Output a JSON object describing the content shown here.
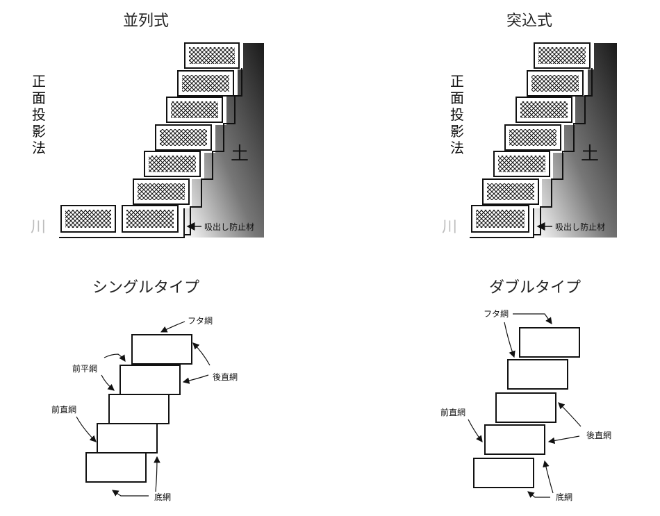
{
  "panels": {
    "parallel": {
      "title": "並列式",
      "side_label": [
        "正",
        "面",
        "投",
        "影",
        "法"
      ],
      "soil_label": "土",
      "river_label": "川",
      "mat_label": "吸出し防止材"
    },
    "inset": {
      "title": "突込式",
      "side_label": [
        "正",
        "面",
        "投",
        "影",
        "法"
      ],
      "soil_label": "土",
      "river_label": "川",
      "mat_label": "吸出し防止材"
    },
    "single": {
      "title": "シングルタイプ",
      "labels": {
        "lid": "フタ網",
        "front_flat": "前平網",
        "back_vertical": "後直網",
        "front_vertical": "前直網",
        "bottom": "底網"
      }
    },
    "double": {
      "title": "ダブルタイプ",
      "labels": {
        "lid": "フタ網",
        "front_vertical": "前直網",
        "back_vertical": "後直網",
        "bottom": "底網"
      }
    }
  },
  "colors": {
    "line": "#111111",
    "soil_dark": "#1a1a1a",
    "soil_light": "#ffffff",
    "river_text": "#bdbdbd"
  }
}
